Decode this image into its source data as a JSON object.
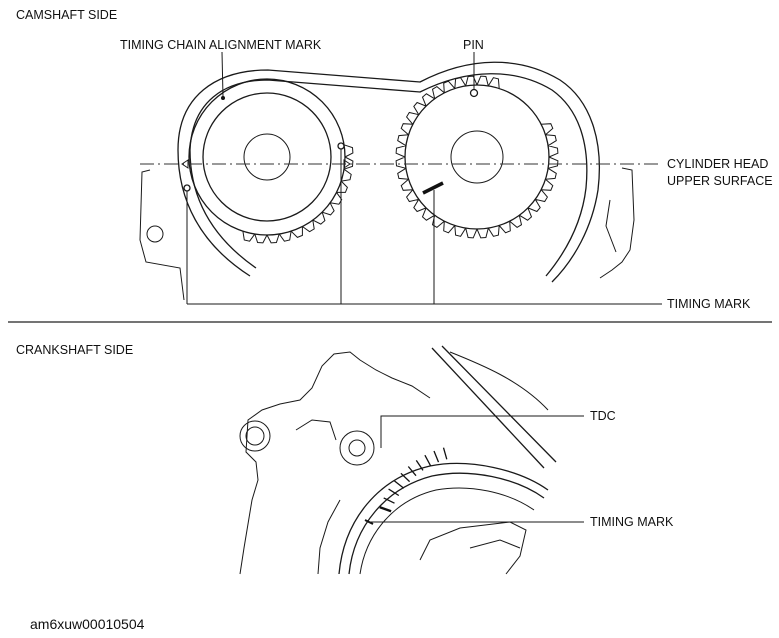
{
  "camshaft_section": {
    "title": "CAMSHAFT SIDE",
    "labels": {
      "alignment_mark": "TIMING CHAIN ALIGNMENT MARK",
      "pin": "PIN",
      "cylinder_head_line1": "CYLINDER HEAD",
      "cylinder_head_line2": "UPPER SURFACE",
      "timing_mark": "TIMING MARK"
    }
  },
  "crankshaft_section": {
    "title": "CRANKSHAFT SIDE",
    "labels": {
      "tdc": "TDC",
      "timing_mark": "TIMING MARK"
    }
  },
  "image_code": "am6xuw00010504"
}
